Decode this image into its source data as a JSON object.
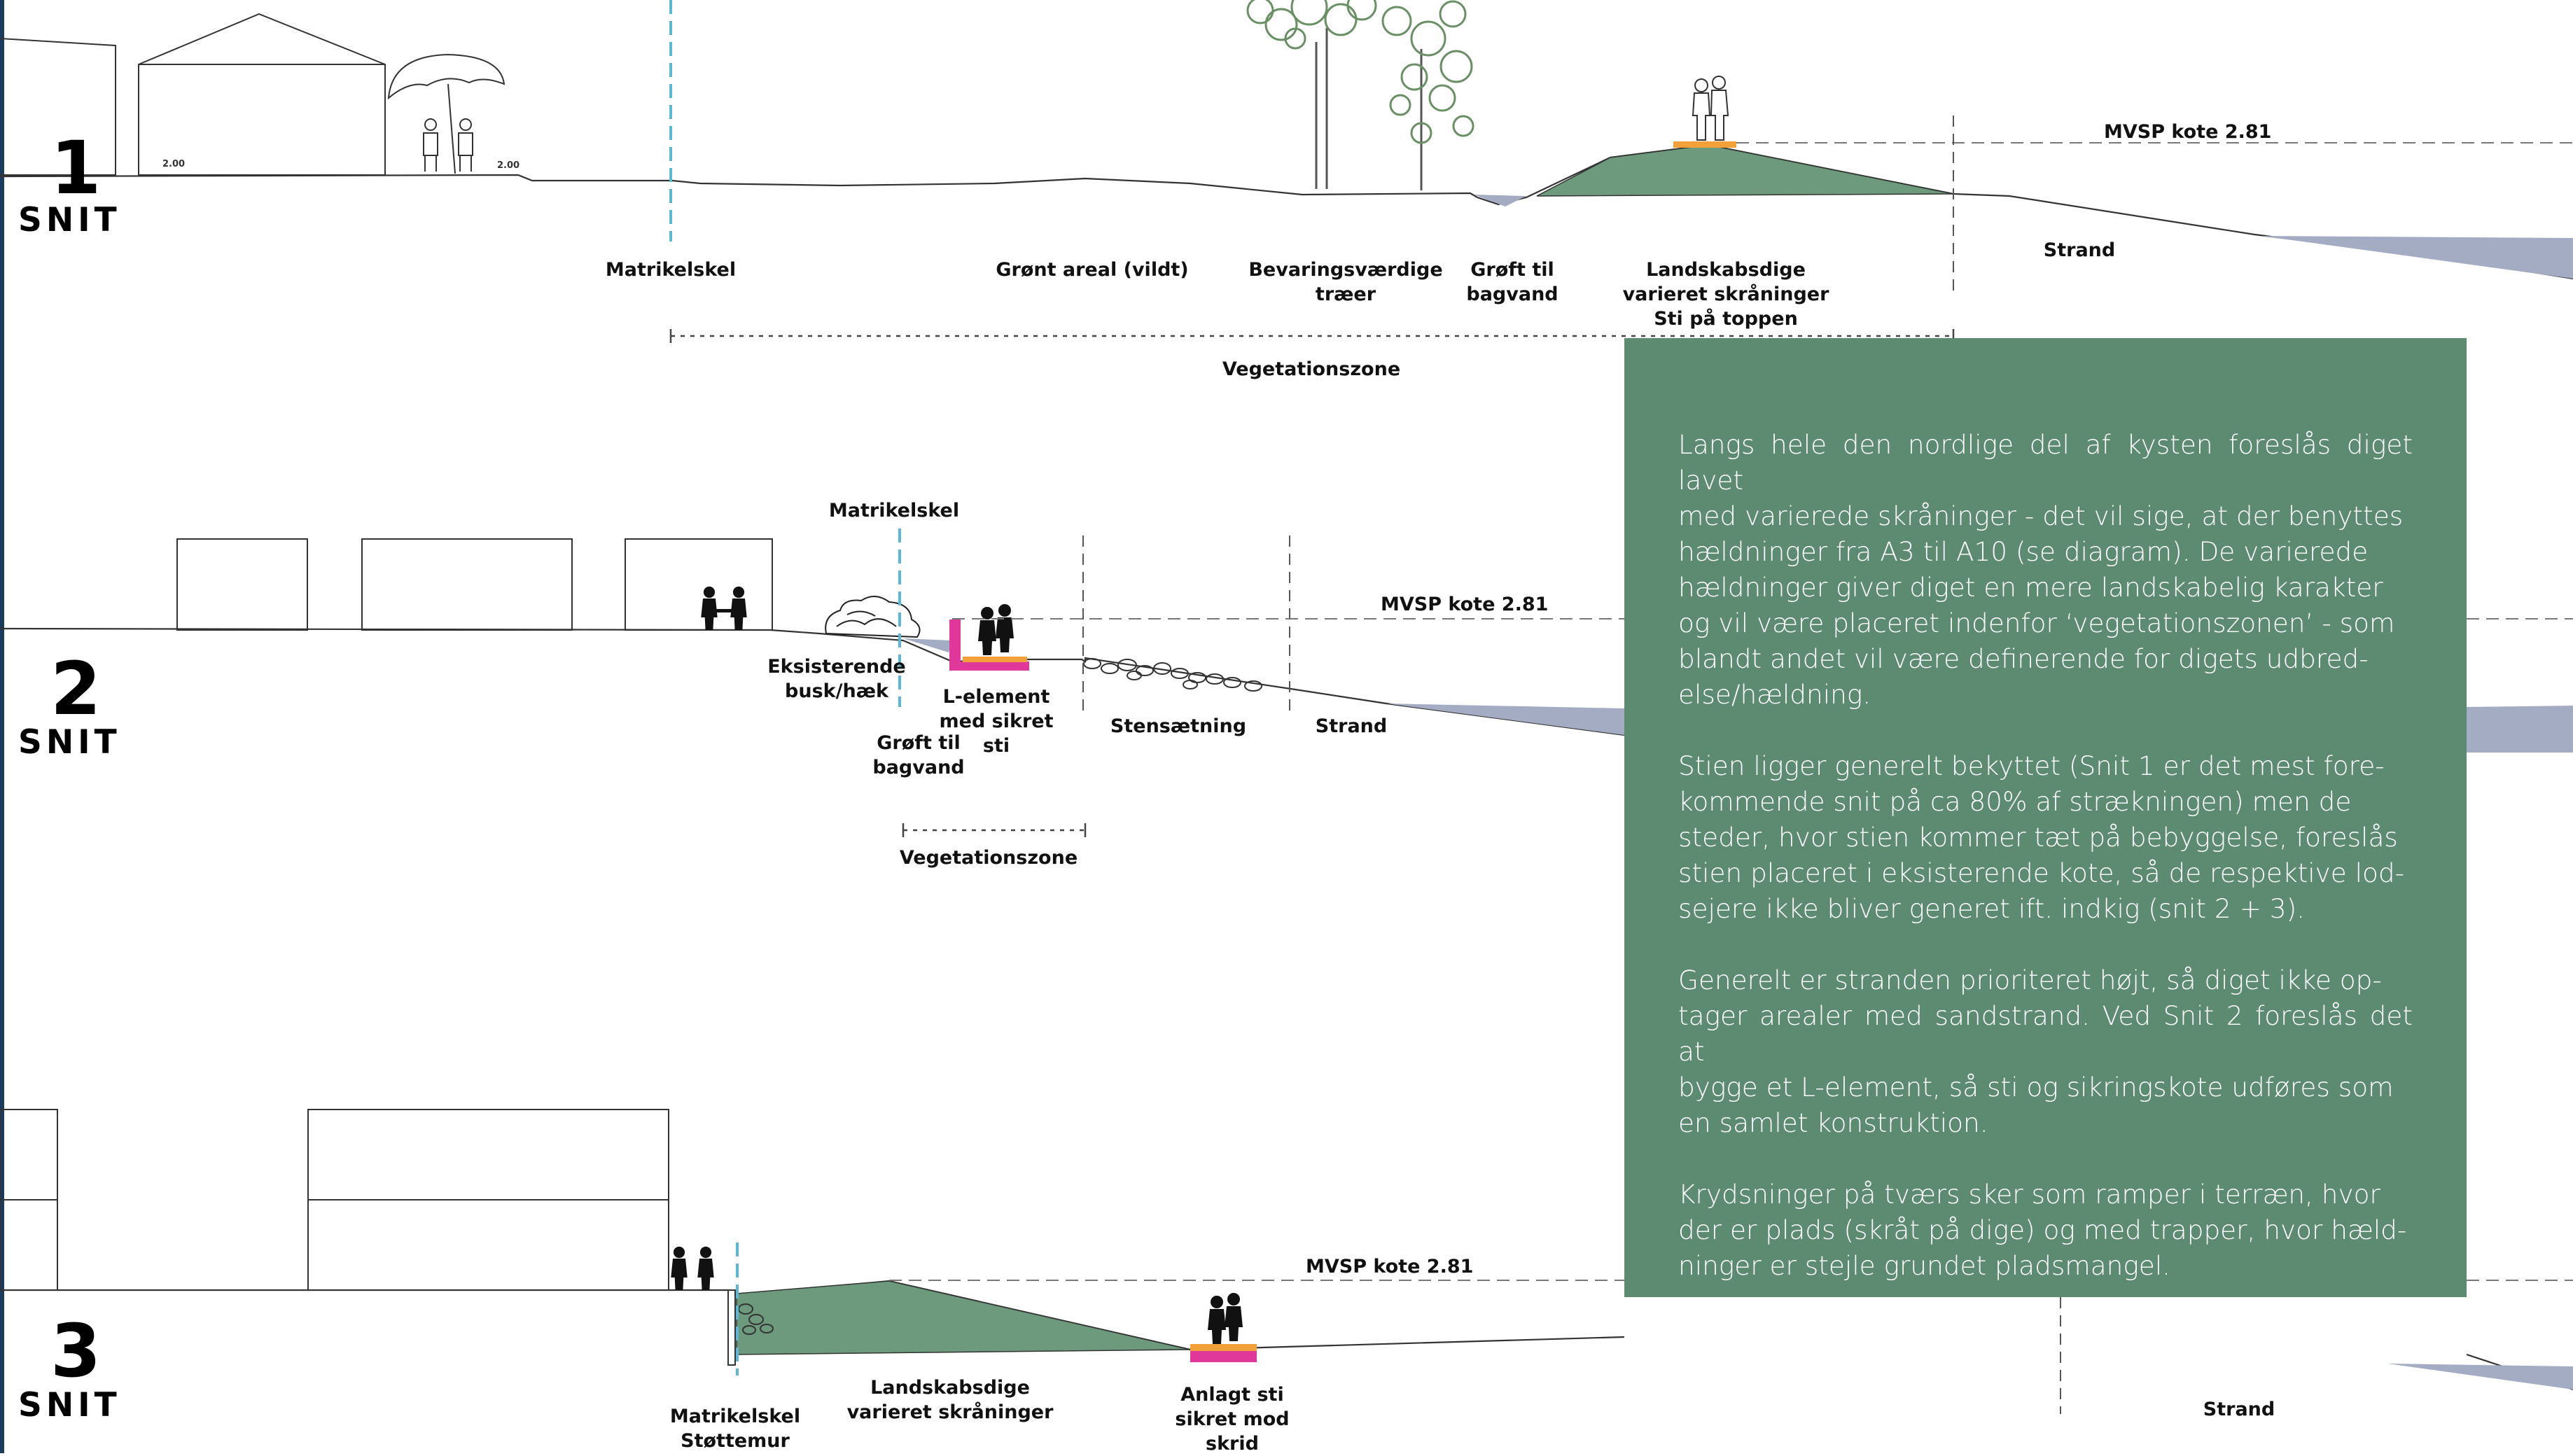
{
  "colors": {
    "green_mound": "#6d9a7d",
    "water": "#a4acc4",
    "property_line": "#5fb6d3",
    "orange_path": "#f2a13a",
    "pink_element": "#e0389a",
    "text_box": "#5d8b72"
  },
  "icons": [
    "people-silhouette-icon",
    "tree-icon",
    "umbrella-icon",
    "bush-icon",
    "stones-icon"
  ],
  "snit1": {
    "number": "1",
    "word": "SNIT",
    "level_small_a": "2.00",
    "level_small_b": "2.00",
    "mvsp": "MVSP kote 2.81",
    "labels": {
      "matrikelskel": "Matrikelskel",
      "groent": "Grønt areal (vildt)",
      "bevaring": "Bevaringsværdige\ntræer",
      "groeft": "Grøft til\nbagvand",
      "landskab": "Landskabsdige\nvarieret skråninger\nSti på toppen",
      "strand": "Strand",
      "vegetation": "Vegetationszone"
    }
  },
  "snit2": {
    "number": "2",
    "word": "SNIT",
    "mvsp": "MVSP kote 2.81",
    "labels": {
      "matrikelskel": "Matrikelskel",
      "eksisterende": "Eksisterende\nbusk/hæk",
      "groeft": "Grøft til\nbagvand",
      "lelement": "L-element\nmed sikret\nsti",
      "stens": "Stensætning",
      "strand": "Strand",
      "vegetation": "Vegetationszone"
    }
  },
  "snit3": {
    "number": "3",
    "word": "SNIT",
    "mvsp": "MVSP kote 2.81",
    "labels": {
      "matrikelskel": "Matrikelskel\nStøttemur",
      "landskab": "Landskabsdige\nvarieret skråninger",
      "anlagt": "Anlagt sti\nsikret mod\nskrid",
      "strand": "Strand"
    }
  },
  "text_box": {
    "paragraphs": [
      "Langs hele den nordlige del af kysten foreslås diget lavet\nmed varierede skråninger - det vil sige, at der benyttes\nhældninger fra A3 til A10 (se diagram). De varierede\nhældninger giver diget en mere landskabelig karakter\nog vil være placeret indenfor ‘vegetationszonen’ - som\nblandt andet vil være definerende for digets udbred-\nelse/hældning.",
      "Stien ligger generelt bekyttet (Snit 1 er det mest fore-\nkommende snit på ca 80% af strækningen) men de\nsteder, hvor stien kommer tæt på bebyggelse, foreslås\nstien placeret i eksisterende kote, så de respektive lod-\nsejere ikke bliver generet ift. indkig (snit 2 + 3).",
      "Generelt er stranden prioriteret højt, så diget ikke op-\ntager arealer med sandstrand. Ved Snit 2 foreslås det at\nbygge et L-element, så sti og sikringskote udføres som\nen samlet konstruktion.",
      "Krydsninger på tværs sker som ramper i terræn, hvor\nder er plads (skråt på dige) og med trapper, hvor hæld-\nninger er stejle grundet pladsmangel."
    ]
  }
}
